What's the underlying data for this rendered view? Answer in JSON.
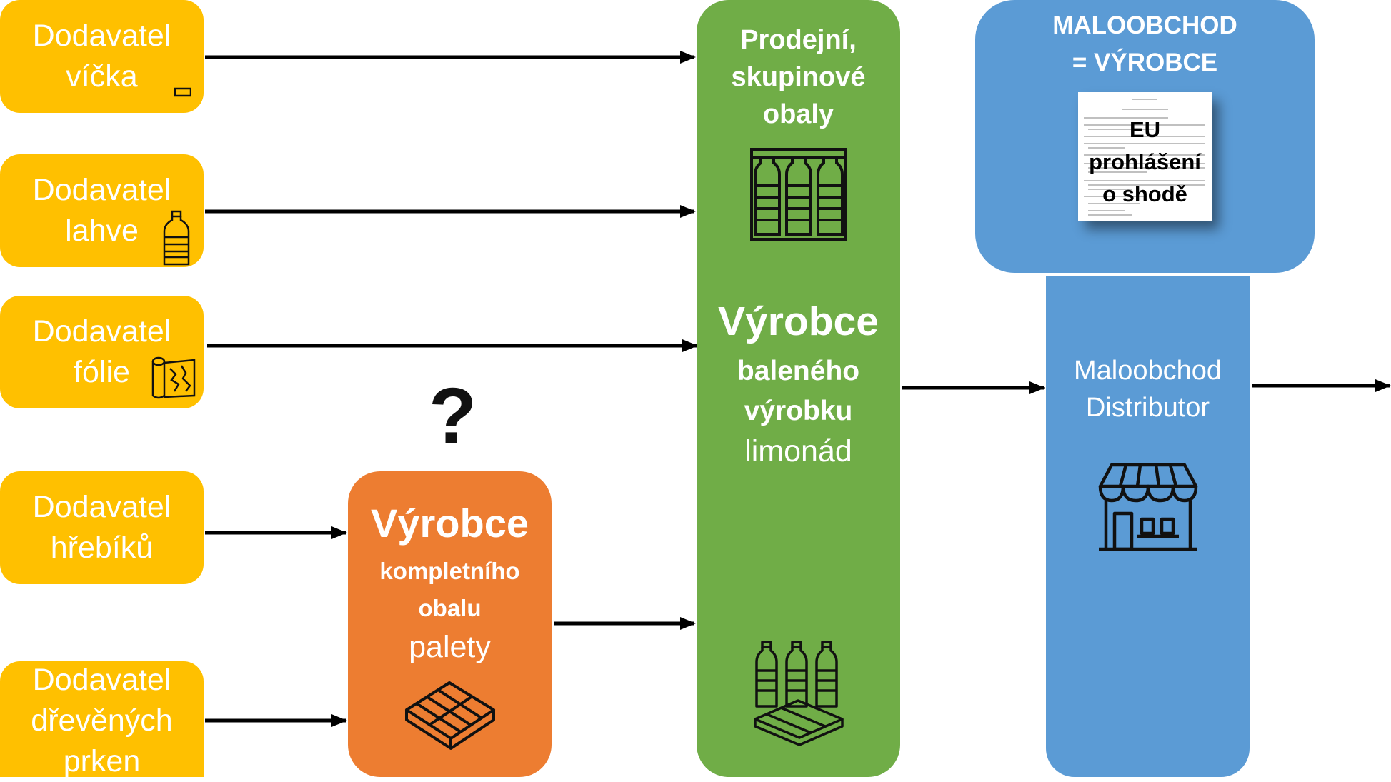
{
  "suppliers": [
    {
      "line1": "Dodavatel",
      "line2": "víčka",
      "icon": "bottle-cap-icon"
    },
    {
      "line1": "Dodavatel",
      "line2": "lahve",
      "icon": "bottle-icon"
    },
    {
      "line1": "Dodavatel",
      "line2": "fólie",
      "icon": "film-roll-icon"
    },
    {
      "line1": "Dodavatel",
      "line2": "hřebíků",
      "icon": ""
    },
    {
      "line1": "Dodavatel",
      "line2": "dřevěných",
      "line3": "prken",
      "icon": ""
    }
  ],
  "question_mark": "?",
  "pallet_maker": {
    "title": "Výrobce",
    "sub1": "kompletního",
    "sub2": "obalu",
    "sub3": "palety",
    "icon": "pallet-icon"
  },
  "producer": {
    "packaging_1": "Prodejní,",
    "packaging_2": "skupinové",
    "packaging_3": "obaly",
    "title": "Výrobce",
    "sub1": "baleného",
    "sub2": "výrobku",
    "sub3": "limonád",
    "icons": [
      "bottle-pack-icon",
      "bottles-on-pallet-icon"
    ]
  },
  "retail_header": {
    "line1": "MALOOBCHOD",
    "line2": "= VÝROBCE"
  },
  "declaration": {
    "line1": "EU",
    "line2": "prohlášení",
    "line3": "o shodě"
  },
  "retail": {
    "line1": "Maloobchod",
    "line2": "Distributor",
    "icon": "store-icon"
  },
  "colors": {
    "supplier": "#FFC000",
    "producer": "#70AD47",
    "pallet_maker": "#ED7D31",
    "retail": "#5B9BD5",
    "arrow": "#000000"
  }
}
